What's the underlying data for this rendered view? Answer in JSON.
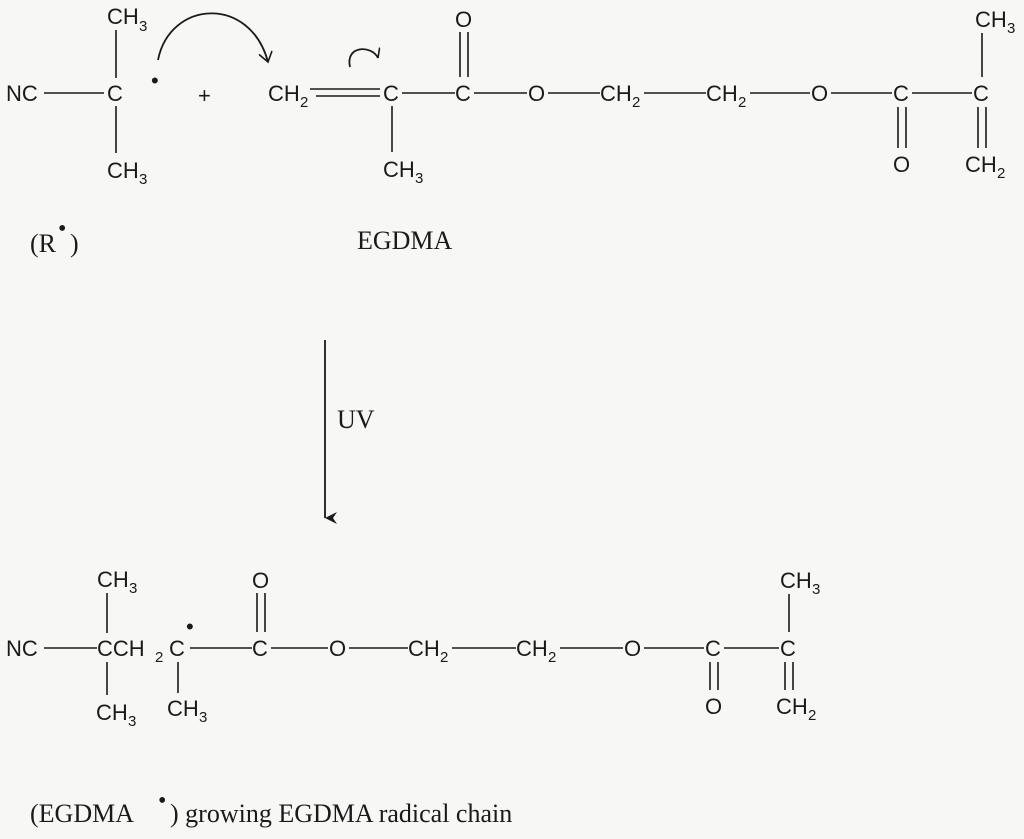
{
  "reactant_radical": {
    "nc": "NC",
    "c": "C",
    "ch": "CH",
    "three": "3",
    "radical_dot": "•",
    "plus": "+",
    "label_open": "(R",
    "label_dot": "•",
    "label_close": ")"
  },
  "monomer": {
    "ch": "CH",
    "two": "2",
    "three": "3",
    "c": "C",
    "o": "O",
    "label": "EGDMA"
  },
  "reaction": {
    "condition": "UV"
  },
  "product": {
    "nc": "NC",
    "c": "C",
    "cch": "CCH",
    "ch": "CH",
    "two": "2",
    "three": "3",
    "o": "O",
    "radical_dot": "•",
    "caption_open": "(EGDMA",
    "caption_dot": "•",
    "caption_rest": ") growing EGDMA radical chain"
  },
  "colors": {
    "ink": "#1a1a1a",
    "background": "#f7f7f5"
  }
}
